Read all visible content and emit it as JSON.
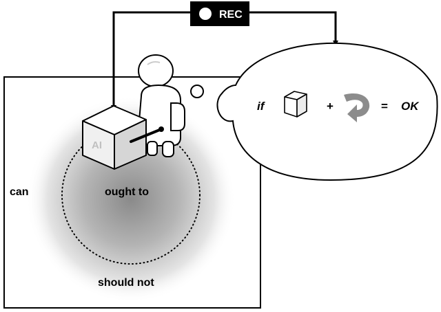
{
  "recorder": {
    "label": "REC"
  },
  "zones": {
    "outer_label": "can",
    "inner_label": "ought to",
    "bottom_label": "should not"
  },
  "agent": {
    "box_label": "AI"
  },
  "thought": {
    "condition_word": "if",
    "plus_sign": "+",
    "equals_sign": "=",
    "result_word": "OK"
  },
  "colors": {
    "line": "#000000",
    "field_center": "#8a8a8a",
    "arrow_gray": "#8c8c8c",
    "box_face_light": "#ffffff",
    "box_face_mid": "#ebebeb",
    "box_face_dark": "#d4d4d4",
    "box_label": "#c0c0c0"
  },
  "icons": {
    "record": "record-dot-icon",
    "box": "cube-icon",
    "return_arrow": "curved-return-arrow-icon"
  }
}
